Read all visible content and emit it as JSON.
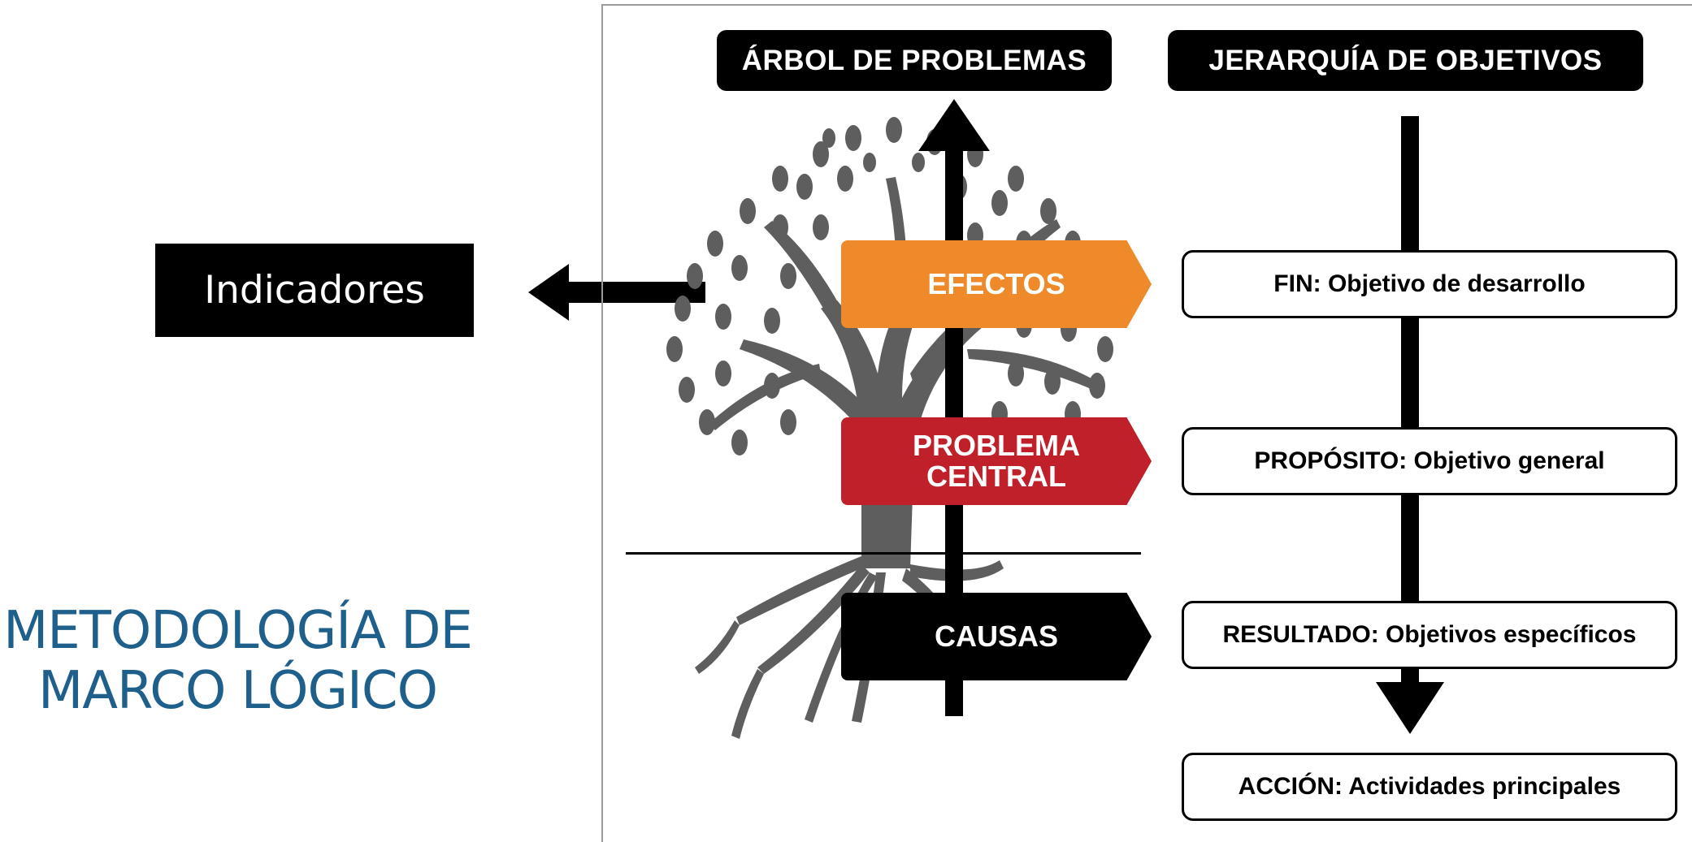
{
  "left": {
    "indicadores": "Indicadores",
    "title_line1": "METODOLOGÍA DE",
    "title_line2": "MARCO LÓGICO",
    "title_color": "#1f5f8b"
  },
  "diagram": {
    "left_header": "ÁRBOL DE PROBLEMAS",
    "right_header": "JERARQUÍA DE OBJETIVOS",
    "tags": [
      {
        "label": "EFECTOS",
        "color": "#ee8a2a"
      },
      {
        "label": "PROBLEMA\nCENTRAL",
        "color": "#c0202a"
      },
      {
        "label": "CAUSAS",
        "color": "#000000"
      }
    ],
    "objectives": [
      "FIN: Objetivo de desarrollo",
      "PROPÓSITO: Objetivo general",
      "RESULTADO: Objetivos específicos",
      "ACCIÓN: Actividades principales"
    ],
    "icons": [
      "tree-icon",
      "arrow-up-icon",
      "arrow-down-icon",
      "arrow-left-icon"
    ]
  }
}
